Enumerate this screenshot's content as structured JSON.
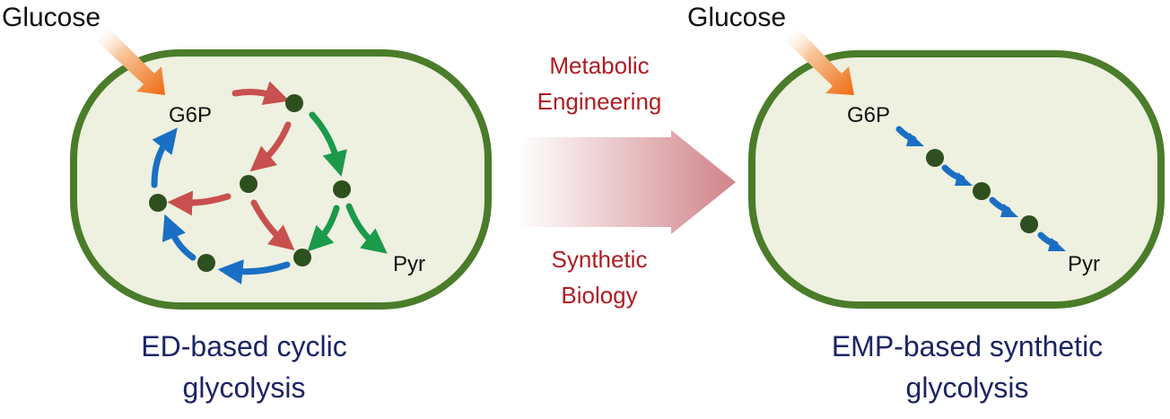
{
  "colors": {
    "cell_fill": "#eef0e0",
    "cell_border": "#4a7c2a",
    "node": "#2e4f1e",
    "red_path": "#c8504e",
    "green_path": "#1a9a4a",
    "blue_path": "#1a6fc4",
    "glucose_arrow": "#f07a20",
    "transition_arrow": "#d48a8a",
    "middle_text": "#b01c22",
    "caption_text": "#1c2466"
  },
  "left_panel": {
    "input_label": "Glucose",
    "start_label": "G6P",
    "end_label": "Pyr",
    "caption_line1": "ED-based cyclic",
    "caption_line2": "glycolysis"
  },
  "middle": {
    "top_line1": "Metabolic",
    "top_line2": "Engineering",
    "bottom_line1": "Synthetic",
    "bottom_line2": "Biology"
  },
  "right_panel": {
    "input_label": "Glucose",
    "start_label": "G6P",
    "end_label": "Pyr",
    "caption_line1": "EMP-based synthetic",
    "caption_line2": "glycolysis"
  }
}
